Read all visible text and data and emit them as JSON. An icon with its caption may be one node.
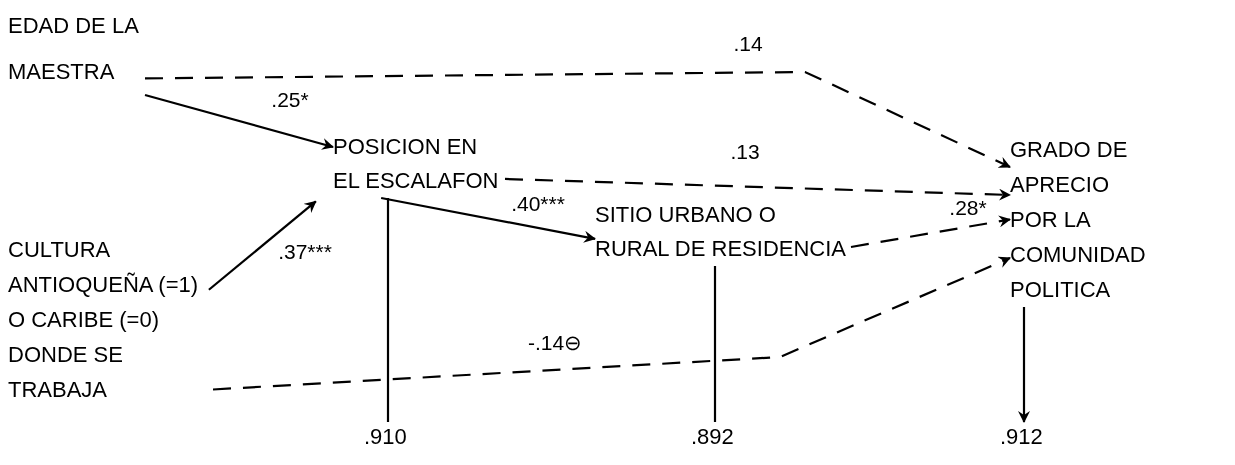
{
  "diagram": {
    "nodes": [
      {
        "text": [
          "EDAD DE LA MAESTRA"
        ]
      },
      {
        "text": [
          "POSICION EN EL ESCALAFON"
        ]
      },
      {
        "text": [
          "SITIO URBANO O RURAL DE RESIDENCIA"
        ]
      },
      {
        "text": [
          "CULTURA ANTIOQUEÑA (=1) O CARIBE (=0) DONDE SE TRABAJA"
        ]
      },
      {
        "text": [
          "GRADO DE APRECIO POR LA COMUNIDAD POLITICA"
        ]
      },
      {
        "text": [
          ".910"
        ]
      },
      {
        "text": [
          ".892"
        ]
      },
      {
        "text": [
          ".912"
        ]
      }
    ],
    "edges": [
      {
        "from": 0,
        "to": 1,
        "arrow": "to",
        "label": ".25*"
      },
      {
        "from": 0,
        "to": 4,
        "arrow": "to",
        "label": ".14",
        "style": "dashed"
      },
      {
        "from": 1,
        "to": 4,
        "arrow": "to",
        "label": ".13",
        "style": "dashed"
      },
      {
        "from": 1,
        "to": 2,
        "arrow": "to",
        "label": ".40***"
      },
      {
        "from": 3,
        "to": 1,
        "arrow": "to",
        "label": ".37***"
      },
      {
        "from": 2,
        "to": 4,
        "arrow": "to",
        "label": ".28*",
        "style": "dashed"
      },
      {
        "from": 3,
        "to": 4,
        "arrow": "to",
        "label": "-.14⊖",
        "style": "dashed"
      },
      {
        "from": 5,
        "to": 1,
        "arrow": "none"
      },
      {
        "from": 6,
        "to": 2,
        "arrow": "none"
      },
      {
        "from": 4,
        "to": 7,
        "arrow": "to"
      }
    ]
  }
}
